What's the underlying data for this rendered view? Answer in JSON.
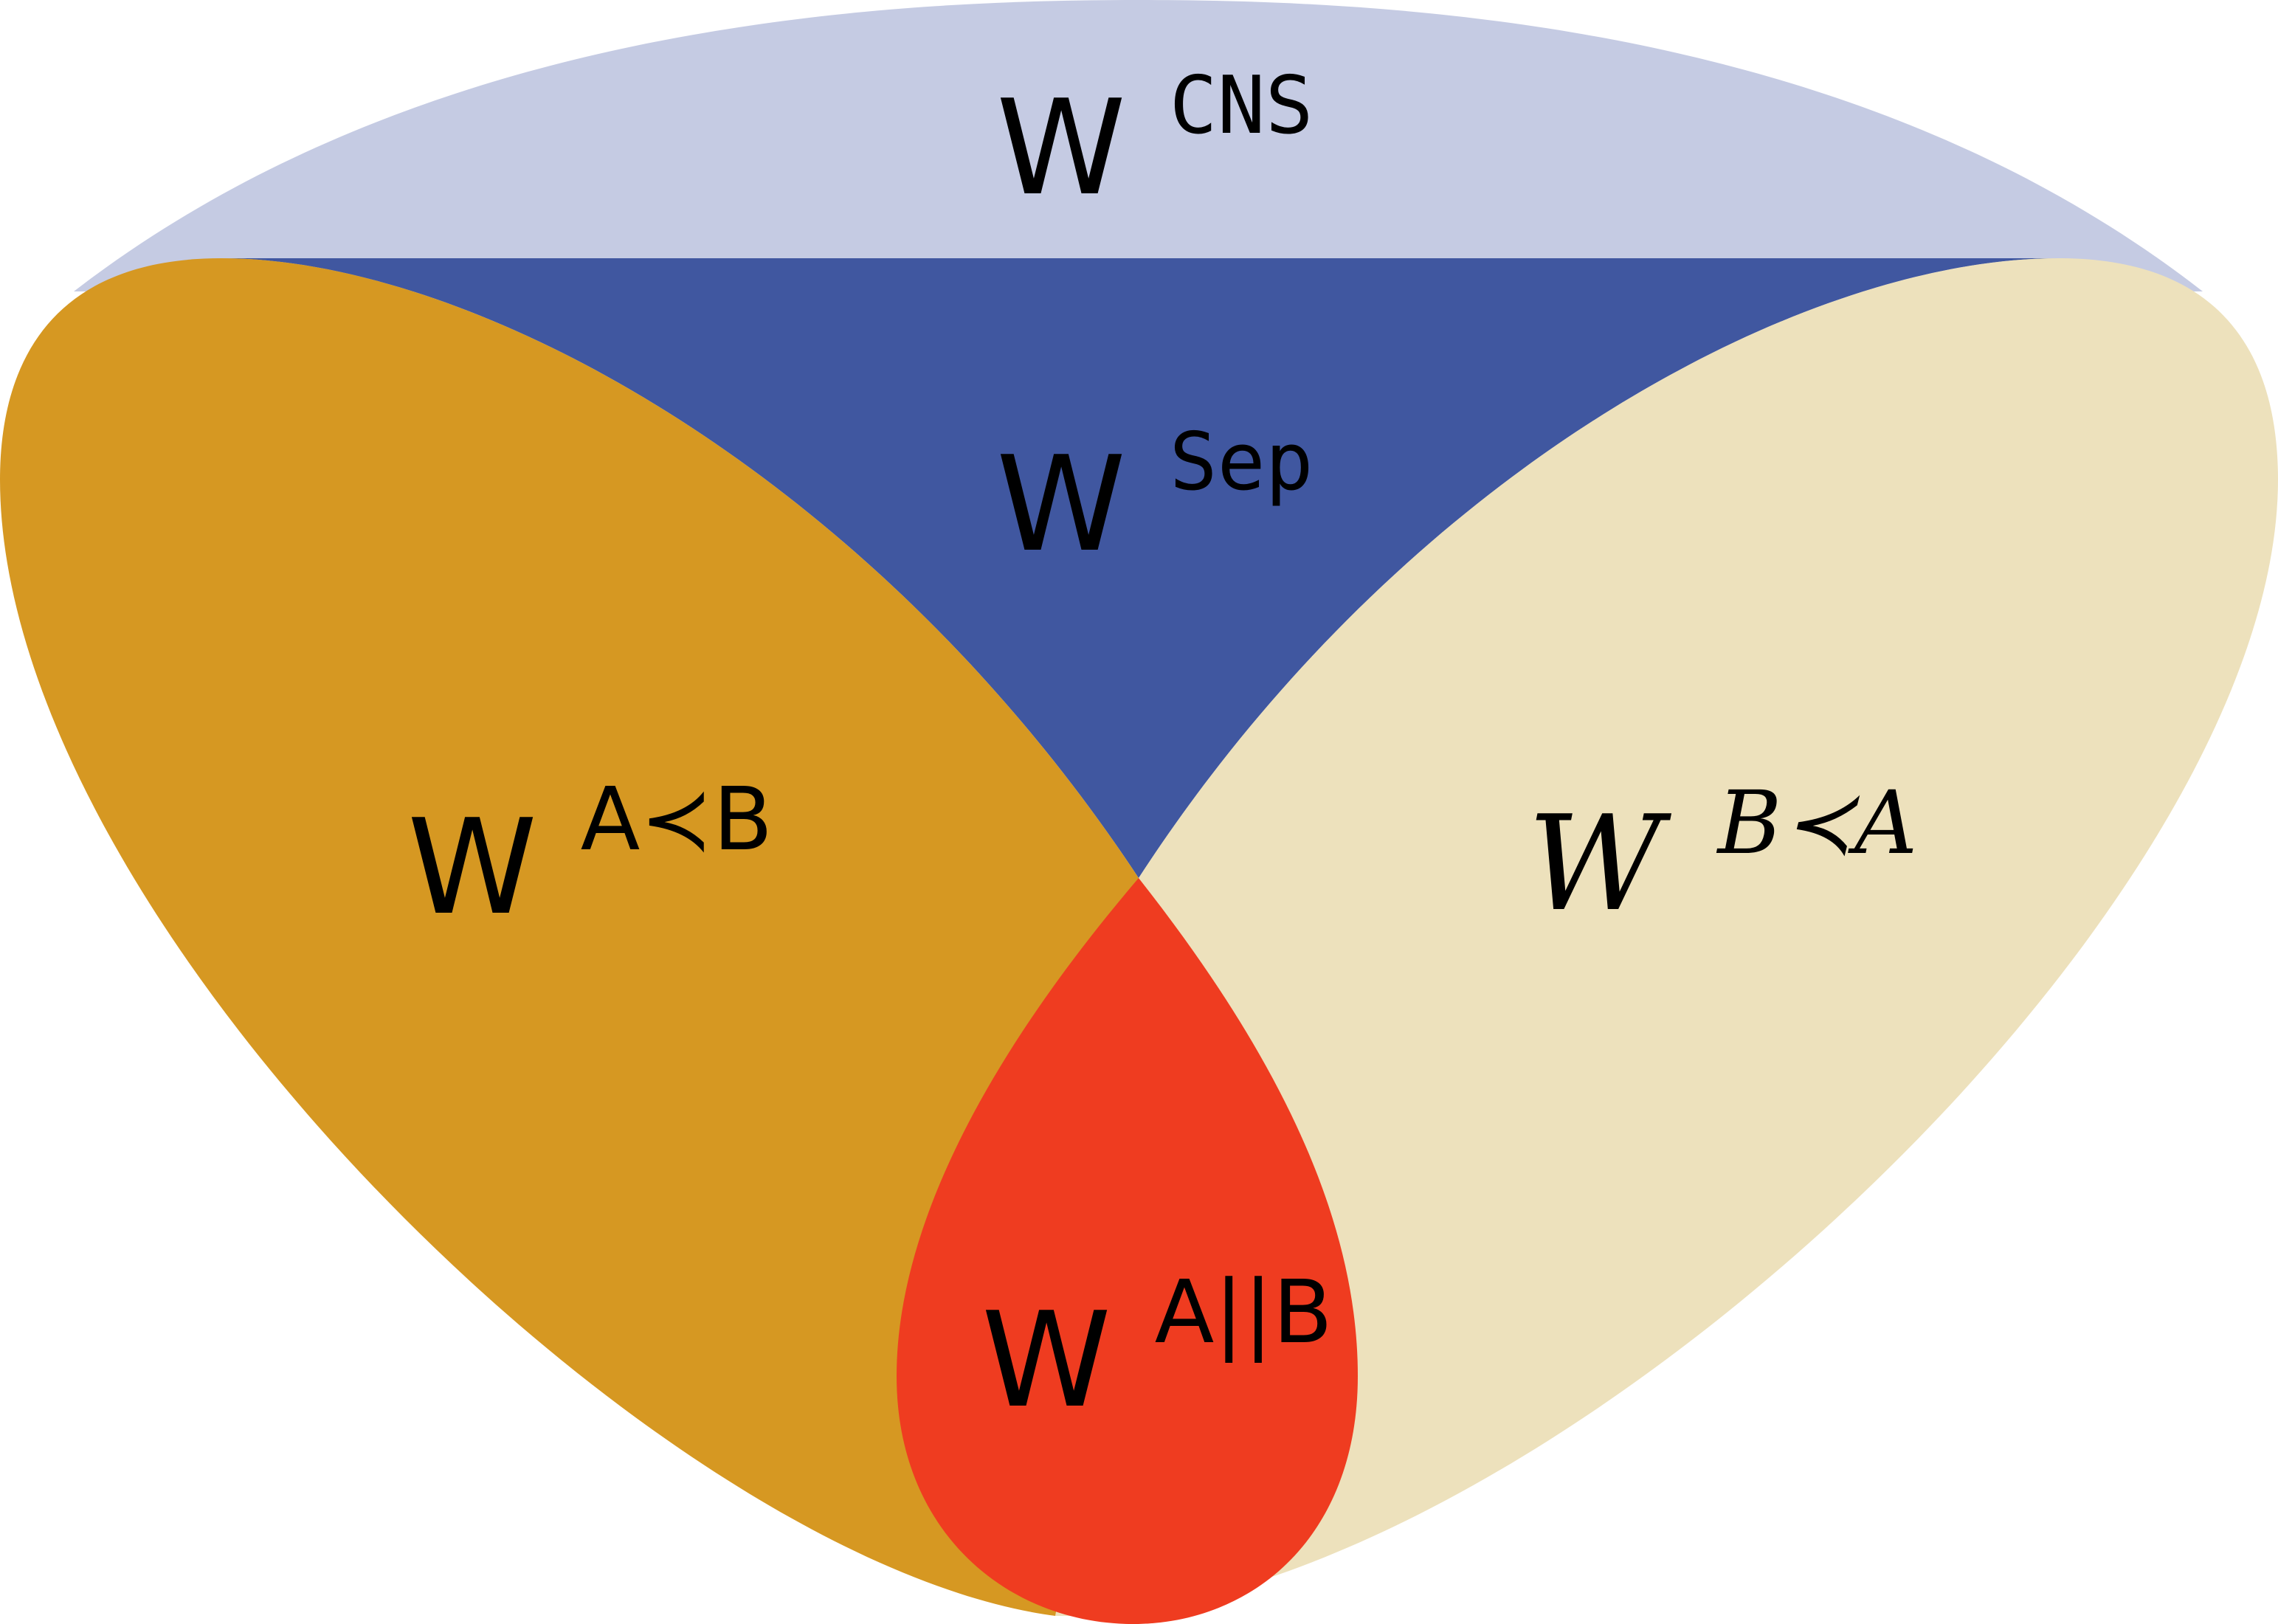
{
  "diagram": {
    "regions": [
      {
        "id": "cns",
        "color": "#c5cbe3"
      },
      {
        "id": "sep",
        "color": "#4057a0"
      },
      {
        "id": "a_prec_b",
        "color": "#d69822"
      },
      {
        "id": "b_prec_a",
        "color": "#ede1bc"
      },
      {
        "id": "a_par_b",
        "color": "#ef3c20"
      }
    ],
    "labels": {
      "cns": {
        "base": "W",
        "sup": "CNS"
      },
      "sep": {
        "base": "W",
        "sup": "Sep"
      },
      "a_prec_b": {
        "base": "W",
        "sup": "A≺B"
      },
      "b_prec_a": {
        "base": "W",
        "sup": "B≺A"
      },
      "a_par_b": {
        "base": "W",
        "sup": "A||B"
      }
    }
  }
}
